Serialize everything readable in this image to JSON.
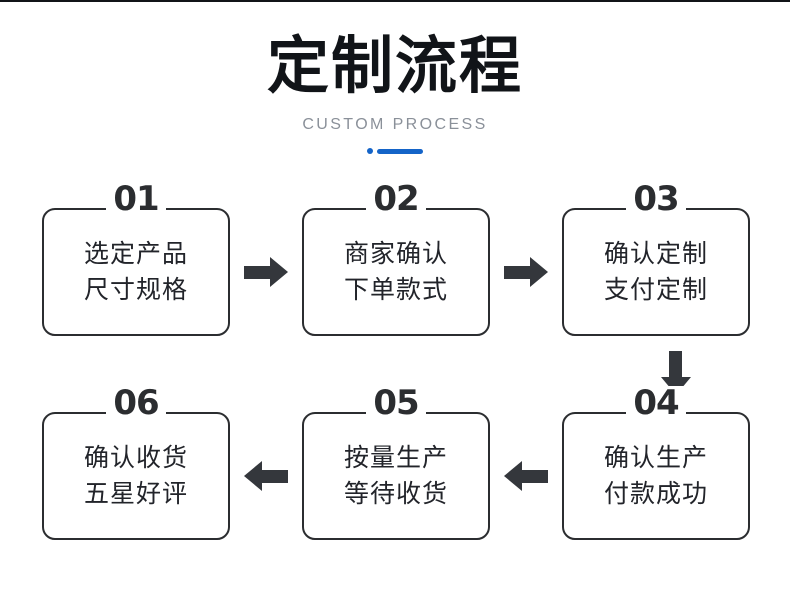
{
  "header": {
    "title": "定制流程",
    "subtitle": "CUSTOM PROCESS",
    "accent_color": "#1464c8"
  },
  "flow": {
    "rows": [
      {
        "direction": "left-to-right",
        "steps": [
          {
            "number": "01",
            "line1": "选定产品",
            "line2": "尺寸规格"
          },
          {
            "number": "02",
            "line1": "商家确认",
            "line2": "下单款式"
          },
          {
            "number": "03",
            "line1": "确认定制",
            "line2": "支付定制"
          }
        ]
      },
      {
        "direction": "right-to-left",
        "steps": [
          {
            "number": "06",
            "line1": "确认收货",
            "line2": "五星好评"
          },
          {
            "number": "05",
            "line1": "按量生产",
            "line2": "等待收货"
          },
          {
            "number": "04",
            "line1": "确认生产",
            "line2": "付款成功"
          }
        ]
      }
    ]
  },
  "colors": {
    "background": "#ffffff",
    "box_border": "#2b2d30",
    "text": "#22242a",
    "arrow": "#34373c",
    "subtitle": "#8a9099"
  }
}
